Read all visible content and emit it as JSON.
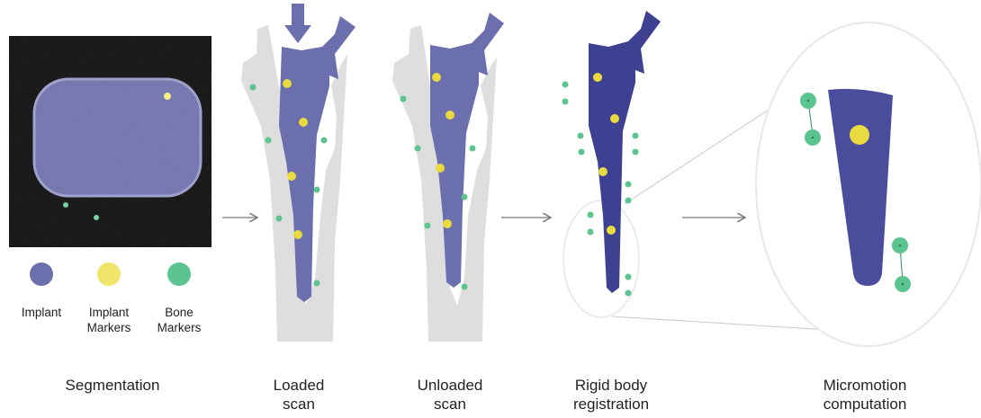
{
  "legend": {
    "items": [
      {
        "lines": [
          "Implant"
        ],
        "color": "#6b6fae"
      },
      {
        "lines": [
          "Implant",
          "Markers"
        ],
        "color": "#f0e46a"
      },
      {
        "lines": [
          "Bone",
          "Markers"
        ],
        "color": "#5cc48f"
      }
    ]
  },
  "steps": [
    {
      "lines": [
        "Segmentation"
      ]
    },
    {
      "lines": [
        "Loaded",
        "scan"
      ]
    },
    {
      "lines": [
        "Unloaded",
        "scan"
      ]
    },
    {
      "lines": [
        "Rigid body",
        "registration"
      ]
    },
    {
      "lines": [
        "Micromotion",
        "computation"
      ]
    }
  ],
  "colors": {
    "implant": "#6b6fae",
    "implant_dark": "#3e4191",
    "implant_marker": "#e8da3f",
    "bone_marker": "#5cc48f",
    "bone": "#dedede",
    "arrow": "#7a7a7a",
    "ct_background": "#0b0b0b"
  }
}
